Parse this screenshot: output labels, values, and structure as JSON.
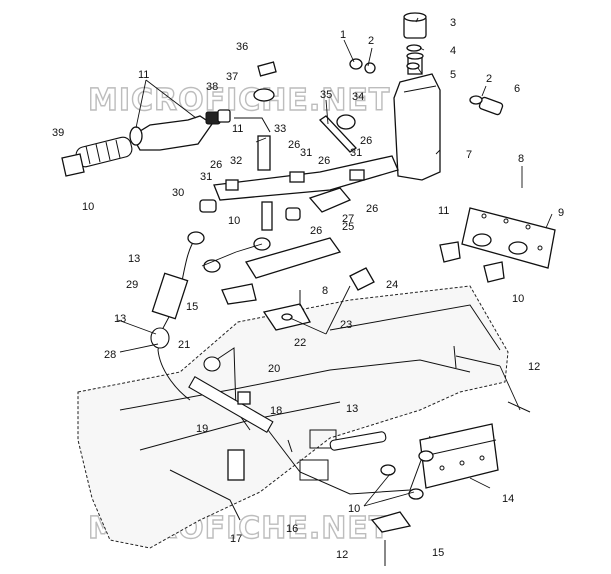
{
  "watermark": {
    "top_text": "MICROFICHE.NET",
    "bottom_text": "MICROFICHE.NET"
  },
  "callouts": [
    {
      "id": "c1",
      "label": "1"
    },
    {
      "id": "c2a",
      "label": "2"
    },
    {
      "id": "c3",
      "label": "3"
    },
    {
      "id": "c4",
      "label": "4"
    },
    {
      "id": "c5",
      "label": "5"
    },
    {
      "id": "c2b",
      "label": "2"
    },
    {
      "id": "c6",
      "label": "6"
    },
    {
      "id": "c7",
      "label": "7"
    },
    {
      "id": "c8a",
      "label": "8"
    },
    {
      "id": "c9",
      "label": "9"
    },
    {
      "id": "c36",
      "label": "36"
    },
    {
      "id": "c37",
      "label": "37"
    },
    {
      "id": "c38",
      "label": "38"
    },
    {
      "id": "c11a",
      "label": "11"
    },
    {
      "id": "c11b",
      "label": "11"
    },
    {
      "id": "c11c",
      "label": "11"
    },
    {
      "id": "c35",
      "label": "35"
    },
    {
      "id": "c34",
      "label": "34"
    },
    {
      "id": "c33",
      "label": "33"
    },
    {
      "id": "c32",
      "label": "32"
    },
    {
      "id": "c39",
      "label": "39"
    },
    {
      "id": "c10a",
      "label": "10"
    },
    {
      "id": "c26a",
      "label": "26"
    },
    {
      "id": "c26b",
      "label": "26"
    },
    {
      "id": "c26c",
      "label": "26"
    },
    {
      "id": "c26d",
      "label": "26"
    },
    {
      "id": "c26e",
      "label": "26"
    },
    {
      "id": "c26f",
      "label": "26"
    },
    {
      "id": "c31a",
      "label": "31"
    },
    {
      "id": "c31b",
      "label": "31"
    },
    {
      "id": "c31c",
      "label": "31"
    },
    {
      "id": "c30",
      "label": "30"
    },
    {
      "id": "c27",
      "label": "27"
    },
    {
      "id": "c25",
      "label": "25"
    },
    {
      "id": "c10b",
      "label": "10"
    },
    {
      "id": "c10c",
      "label": "10"
    },
    {
      "id": "c13a",
      "label": "13"
    },
    {
      "id": "c29",
      "label": "29"
    },
    {
      "id": "c15a",
      "label": "15"
    },
    {
      "id": "c8b",
      "label": "8"
    },
    {
      "id": "c24",
      "label": "24"
    },
    {
      "id": "c23",
      "label": "23"
    },
    {
      "id": "c22",
      "label": "22"
    },
    {
      "id": "c13b",
      "label": "13"
    },
    {
      "id": "c28",
      "label": "28"
    },
    {
      "id": "c21",
      "label": "21"
    },
    {
      "id": "c20",
      "label": "20"
    },
    {
      "id": "c12a",
      "label": "12"
    },
    {
      "id": "c18",
      "label": "18"
    },
    {
      "id": "c19",
      "label": "19"
    },
    {
      "id": "c13c",
      "label": "13"
    },
    {
      "id": "c10d",
      "label": "10"
    },
    {
      "id": "c14",
      "label": "14"
    },
    {
      "id": "c16",
      "label": "16"
    },
    {
      "id": "c17",
      "label": "17"
    },
    {
      "id": "c12b",
      "label": "12"
    },
    {
      "id": "c15b",
      "label": "15"
    }
  ]
}
